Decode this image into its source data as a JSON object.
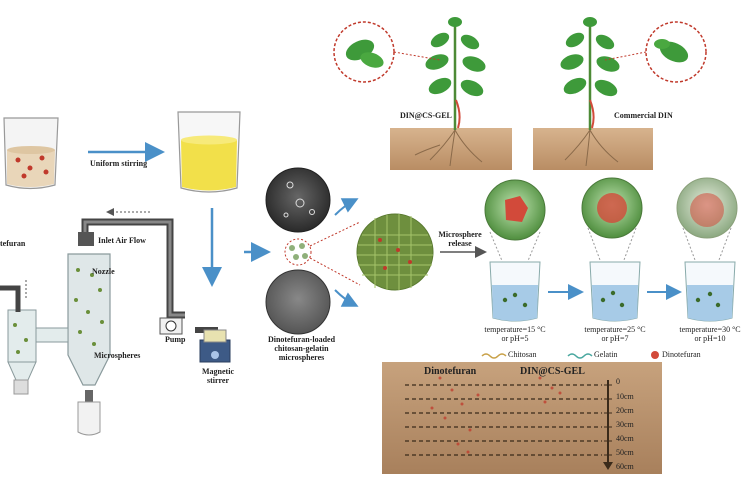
{
  "labels": {
    "uniform_stirring": "Uniform stirring",
    "inlet_air_flow": "Inlet Air Flow",
    "nozzle": "Nozzle",
    "pump": "Pump",
    "microspheres": "Microspheres",
    "magnetic_stirrer": "Magnetic stirrer",
    "dinotefuran_partial": "tefuran",
    "dinotefuran_loaded": "Dinotefuran-loaded chitosan-gelatin microspheres",
    "microsphere_release": "Microsphere release",
    "din_cs_gel_plant": "DIN@CS-GEL",
    "commercial_din": "Commercial DIN",
    "temps": [
      "temperature=15 °C or pH=5",
      "temperature=25 °C or pH=7",
      "temperature=30 °C or pH=10"
    ],
    "legend": {
      "chitosan": "Chitosan",
      "gelatin": "Gelatin",
      "dinotefuran": "Dinotefuran"
    },
    "soil_headers": [
      "Dinotefuran",
      "DIN@CS-GEL"
    ],
    "depths": [
      "0",
      "10cm",
      "20cm",
      "30cm",
      "40cm",
      "50cm",
      "60cm"
    ]
  },
  "colors": {
    "arrow_blue": "#4a90c8",
    "liquid_yellow": "#f2e04a",
    "soil": "#c9a07a",
    "leaf": "#3e9a3a",
    "dot_red": "#d24a3a",
    "dash_red": "#c0392b"
  }
}
